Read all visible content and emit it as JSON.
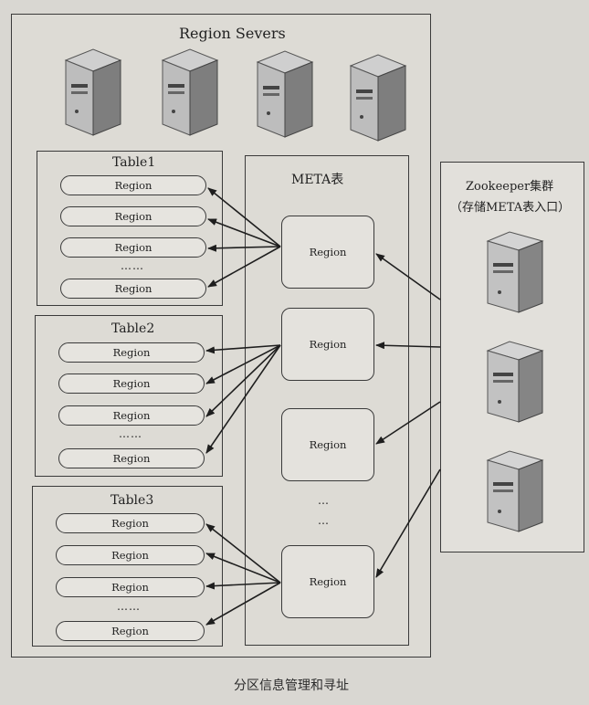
{
  "region_servers": {
    "title": "Region Severs"
  },
  "tables": [
    {
      "title": "Table1",
      "rows": [
        "Region",
        "Region",
        "Region",
        "……",
        "Region"
      ]
    },
    {
      "title": "Table2",
      "rows": [
        "Region",
        "Region",
        "Region",
        "……",
        "Region"
      ]
    },
    {
      "title": "Table3",
      "rows": [
        "Region",
        "Region",
        "Region",
        "……",
        "Region"
      ]
    }
  ],
  "meta": {
    "title": "META表",
    "regions": [
      "Region",
      "Region",
      "Region",
      "Region"
    ],
    "ellipsis": "…"
  },
  "zookeeper": {
    "title_line1": "Zookeeper集群",
    "title_line2": "（存储META表入口）"
  },
  "caption": "分区信息管理和寻址",
  "icons": {
    "server": "server-tower-icon"
  }
}
